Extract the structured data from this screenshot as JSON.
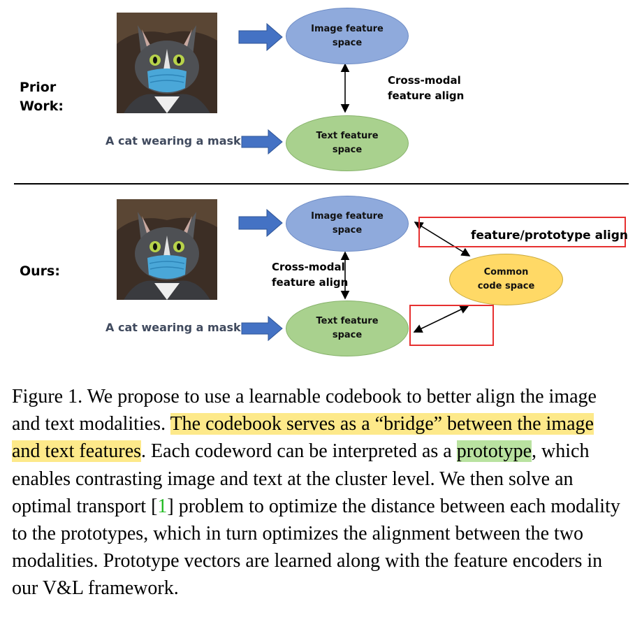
{
  "prior": {
    "label_line1": "Prior",
    "label_line2": "Work:",
    "image_space_line1": "Image feature",
    "image_space_line2": "space",
    "text_space_line1": "Text feature",
    "text_space_line2": "space",
    "align_line1": "Cross-modal",
    "align_line2": "feature align",
    "sentence": "A cat wearing a mask"
  },
  "ours": {
    "label": "Ours:",
    "image_space_line1": "Image feature",
    "image_space_line2": "space",
    "text_space_line1": "Text feature",
    "text_space_line2": "space",
    "align_line1": "Cross-modal",
    "align_line2": "feature align",
    "common_line1": "Common",
    "common_line2": "code space",
    "proto_align": "feature/prototype align",
    "sentence": "A cat wearing a mask"
  },
  "colors": {
    "image_space": "#8faadc",
    "text_space": "#a9d18e",
    "common_space": "#ffd966",
    "arrow": "#4472c4",
    "highlight_box": "#e63030",
    "highlight_yellow": "#fde98a",
    "highlight_green": "#b9e2a0",
    "citation": "#22bb22"
  },
  "caption": {
    "p1": "Figure 1. We propose to use a learnable codebook to better align the image and text modalities. ",
    "h1": "The codebook serves as a “bridge” between the image and text features",
    "p2": ". Each codeword can be interpreted as a ",
    "h2": "prototype",
    "p3": ", which enables contrasting image and text at the cluster level. We then solve an optimal transport [",
    "cite": "1",
    "p4": "] problem to optimize the distance between each modality to the prototypes, which in turn optimizes the alignment between the two modalities. Prototype vectors are learned along with the feature encoders in our V&L framework."
  }
}
